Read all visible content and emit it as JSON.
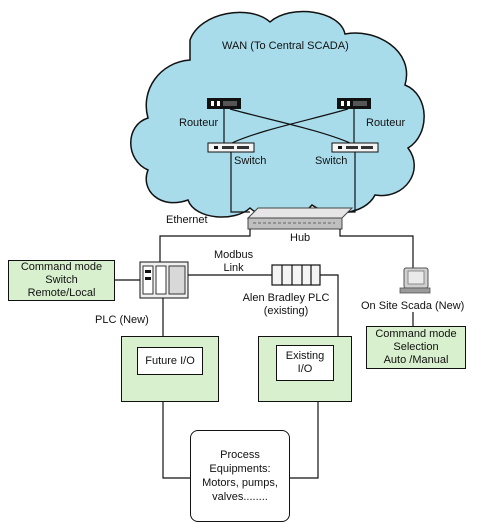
{
  "wan_label": "WAN (To Central SCADA)",
  "router_left_label": "Routeur",
  "router_right_label": "Routeur",
  "switch_left_label": "Switch",
  "switch_right_label": "Switch",
  "ethernet_label": "Ethernet",
  "hub_label": "Hub",
  "modbus_label_line1": "Modbus",
  "modbus_label_line2": "Link",
  "command_mode_switch": [
    "Command mode",
    "Switch",
    "Remote/Local"
  ],
  "plc_new_label": "PLC (New)",
  "ab_plc_line1": "Alen Bradley PLC",
  "ab_plc_line2": "(existing)",
  "onsite_scada_label": "On Site Scada (New)",
  "command_mode_selection": [
    "Command mode",
    "Selection",
    "Auto /Manual"
  ],
  "future_io_label": "Future I/O",
  "existing_io_line1": "Existing",
  "existing_io_line2": "I/O",
  "process_equipment": [
    "Process",
    "Equipments:",
    "Motors, pumps,",
    "valves........"
  ],
  "colors": {
    "cloud_fill": "#a9dceb",
    "green_fill": "#d8f0cd",
    "line": "#111111"
  }
}
